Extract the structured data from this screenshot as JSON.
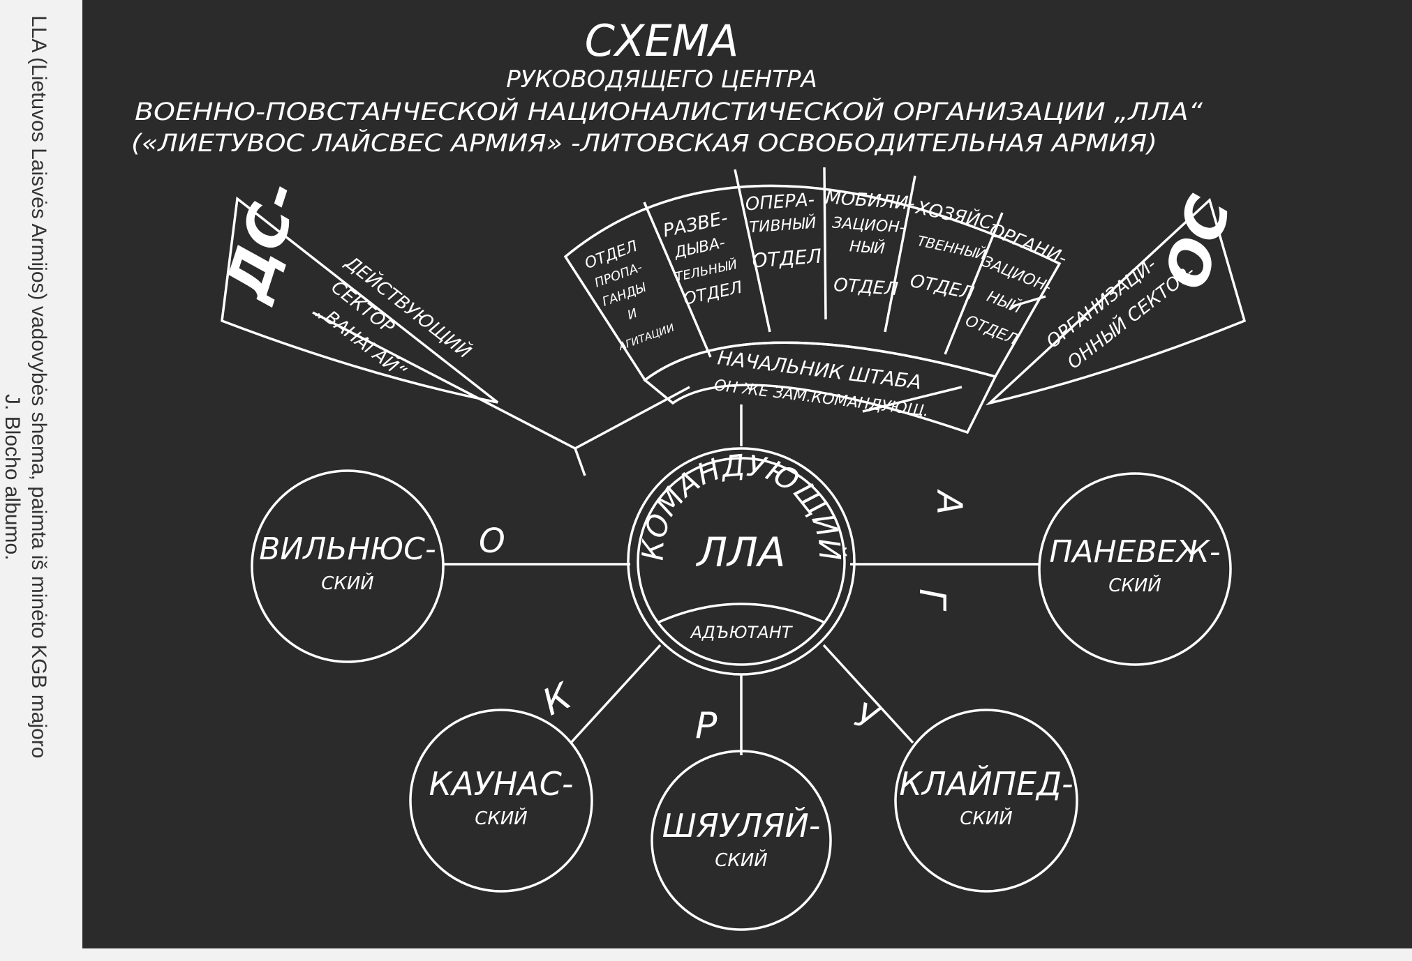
{
  "caption": {
    "line1": "LLA (Lietuvos Laisvės Armijos) vadovybės shema, paimta iš minėto KGB majoro",
    "line2": "J. Blocho albumo."
  },
  "title": {
    "main": "СХЕМА",
    "line2": "РУКОВОДЯЩЕГО ЦЕНТРА",
    "line3": "ВОЕННО-ПОВСТАНЧЕСКОЙ НАЦИОНАЛИСТИЧЕСКОЙ ОРГАНИЗАЦИИ „ЛЛА“",
    "line4": "(«ЛИЕТУВОС ЛАЙСВЕС АРМИЯ» -ЛИТОВСКАЯ ОСВОБОДИТЕЛЬНАЯ АРМИЯ)"
  },
  "left_sector": {
    "abbr": "ДС-",
    "l1": "ДЕЙСТВУЮЩИЙ",
    "l2": "СЕКТОР",
    "l3": "„ВАНАГАЙ“"
  },
  "right_sector": {
    "abbr": "ОС",
    "l1": "ОРГАНИЗАЦИ-",
    "l2": "ОННЫЙ СЕКТОР-"
  },
  "departments": [
    {
      "l1": "ОТДЕЛ",
      "l2": "ПРОПА-",
      "l3": "ГАНДЫ",
      "l4": "И",
      "l5": "АГИТАЦИИ"
    },
    {
      "l1": "РАЗВЕ-",
      "l2": "ДЫВА-",
      "l3": "ТЕЛЬНЫЙ",
      "l4": "ОТДЕЛ",
      "l5": ""
    },
    {
      "l1": "ОПЕРА-",
      "l2": "ТИВНЫЙ",
      "l3": "ОТДЕЛ",
      "l4": "",
      "l5": ""
    },
    {
      "l1": "МОБИЛИ-",
      "l2": "ЗАЦИОН-",
      "l3": "НЫЙ",
      "l4": "ОТДЕЛ",
      "l5": ""
    },
    {
      "l1": "ХОЗЯЙС-",
      "l2": "ТВЕННЫЙ",
      "l3": "ОТДЕЛ",
      "l4": "",
      "l5": ""
    },
    {
      "l1": "ОРГАНИ-",
      "l2": "ЗАЦИОН-",
      "l3": "НЫЙ",
      "l4": "ОТДЕЛ",
      "l5": ""
    }
  ],
  "chief_of_staff": {
    "l1": "НАЧАЛЬНИК ШТАБА",
    "l2": "ОН ЖЕ ЗАМ.КОМАНДУЮЩ."
  },
  "commander": {
    "l1": "КОМАНДУЮЩИЙ",
    "l2": "ЛЛА",
    "adjutant": "АДЪЮТАНТ"
  },
  "districts": {
    "vilnius": {
      "l1": "ВИЛЬНЮС-",
      "l2": "СКИЙ"
    },
    "panevezys": {
      "l1": "ПАНЕВЕЖ-",
      "l2": "СКИЙ"
    },
    "kaunas": {
      "l1": "КАУНАС-",
      "l2": "СКИЙ"
    },
    "siauliai": {
      "l1": "ШЯУЛЯЙ-",
      "l2": "СКИЙ"
    },
    "klaipeda": {
      "l1": "КЛАЙПЕД-",
      "l2": "СКИЙ"
    }
  },
  "okruga_letters": {
    "o": "О",
    "k": "К",
    "r": "Р",
    "u": "У",
    "g": "Г",
    "a": "А"
  }
}
